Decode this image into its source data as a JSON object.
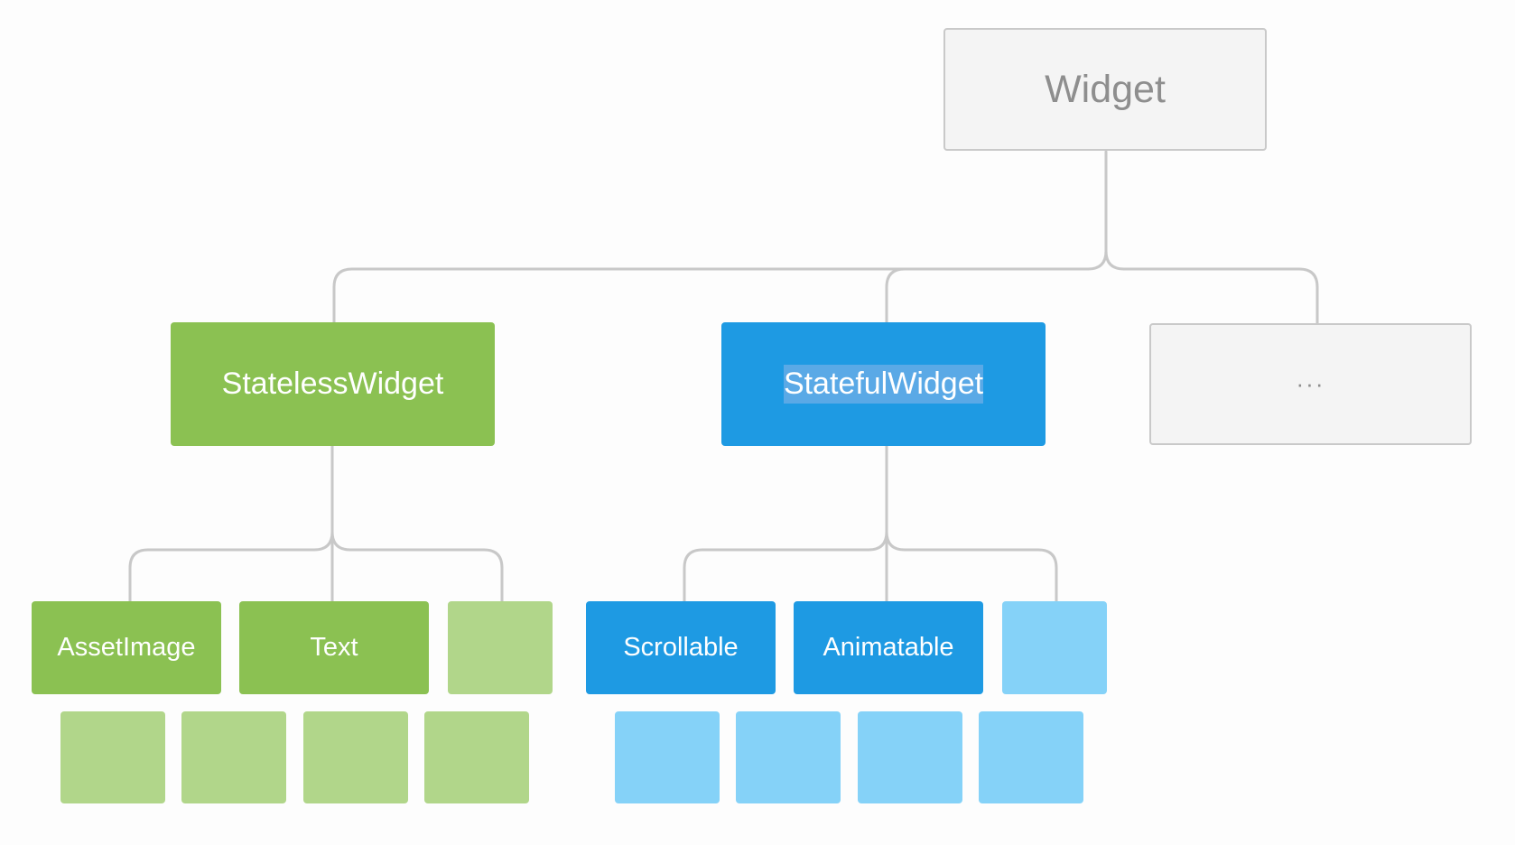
{
  "diagram": {
    "root": {
      "label": "Widget"
    },
    "stateless": {
      "label": "StatelessWidget",
      "children": [
        "AssetImage",
        "Text"
      ]
    },
    "stateful": {
      "label": "StatefulWidget",
      "children": [
        "Scrollable",
        "Animatable"
      ]
    },
    "more": {
      "label": "···"
    }
  },
  "colors": {
    "green": "#8bc152",
    "green_light": "#b1d68a",
    "blue": "#1e9ae3",
    "blue_light": "#85d2f8",
    "gray_box": "#f4f4f4",
    "gray_border": "#c9c9c9",
    "connector": "#c8c8c8"
  }
}
